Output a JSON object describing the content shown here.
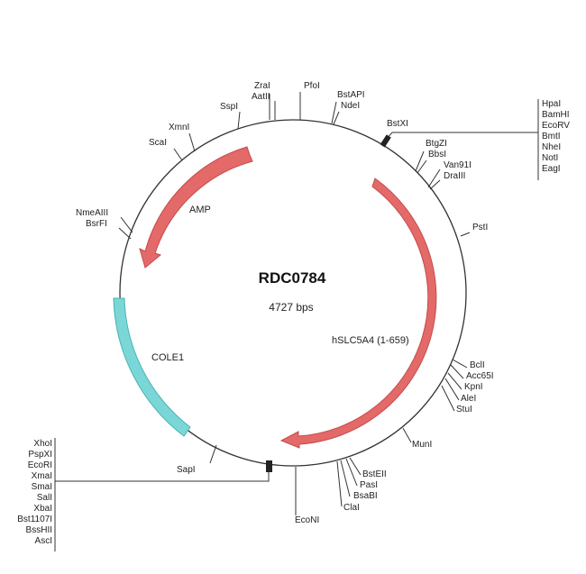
{
  "map": {
    "title": "RDC0784",
    "length_label": "4727 bps"
  },
  "colors": {
    "backbone": "#333333",
    "arrow_fill": "#e46a6a",
    "arrow_stroke": "#c44a4a",
    "cole1_fill": "#7bd7d7",
    "cole1_stroke": "#48b4b4",
    "tick": "#333333",
    "mcs_marker": "#222222"
  },
  "features": {
    "amp": "AMP",
    "hslc5a4": "hSLC5A4 (1-659)",
    "cole1": "COLE1"
  },
  "sites": {
    "zrai": "ZraI",
    "aatii": "AatII",
    "pfoi": "PfoI",
    "bstapi": "BstAPI",
    "ndei": "NdeI",
    "sspi": "SspI",
    "xmni": "XmnI",
    "scai": "ScaI",
    "bstxi": "BstXI",
    "btgzi": "BtgZI",
    "bbsi": "BbsI",
    "van91i": "Van91I",
    "dralii": "DraIII",
    "psti": "PstI",
    "nmealii": "NmeAIII",
    "bsrfi": "BsrFI",
    "bcli": "BclI",
    "acc65i": "Acc65I",
    "kpni": "KpnI",
    "alei": "AleI",
    "stui": "StuI",
    "muni": "MunI",
    "bsteii": "BstEII",
    "pasi": "PasI",
    "bsabi": "BsaBI",
    "clai": "ClaI",
    "econi": "EcoNI",
    "sapi": "SapI"
  },
  "mcs_right": [
    "HpaI",
    "BamHI",
    "EcoRV",
    "BmtI",
    "NheI",
    "NotI",
    "EagI"
  ],
  "mcs_left": [
    "XhoI",
    "PspXI",
    "EcoRI",
    "XmaI",
    "SmaI",
    "SalI",
    "XbaI",
    "Bst1107I",
    "BssHII",
    "AscI"
  ]
}
